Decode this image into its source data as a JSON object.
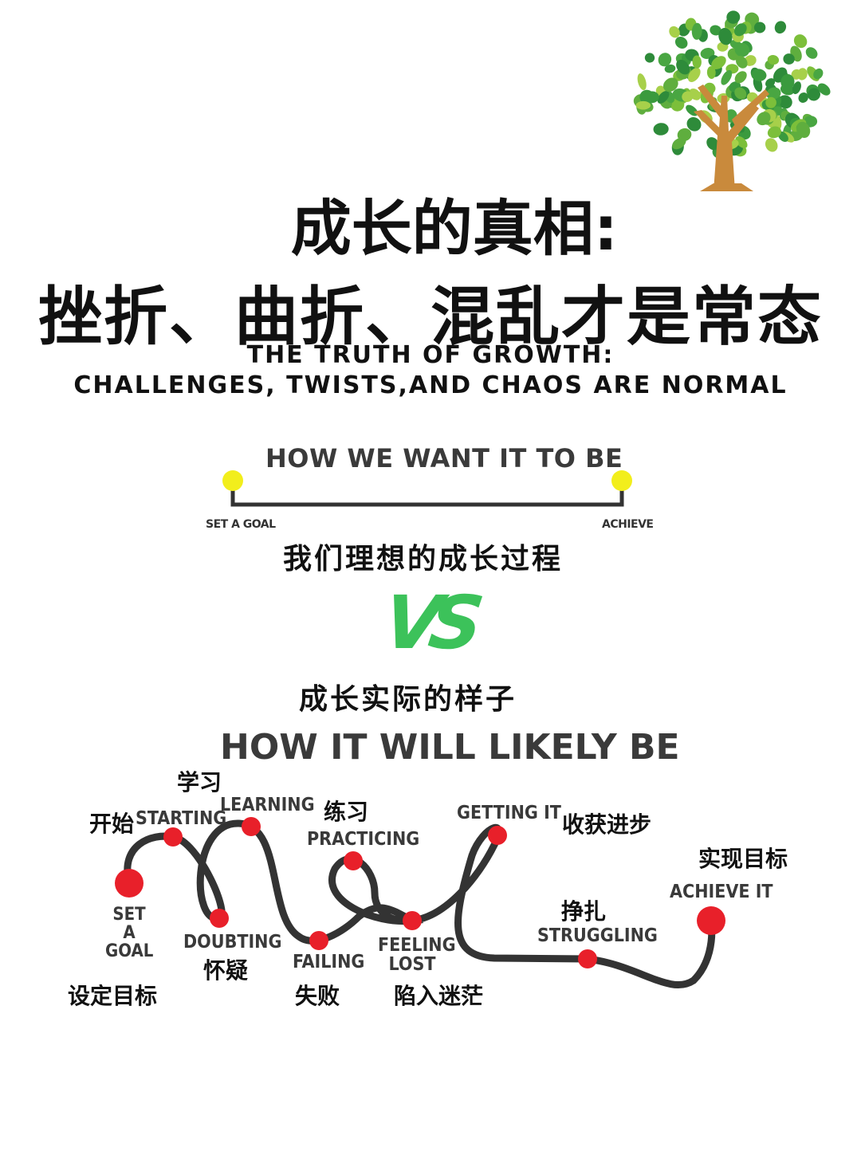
{
  "title": {
    "cn_line1": "成长的真相:",
    "cn_line2": "挫折、曲折、混乱才是常态",
    "en_line1": "THE TRUTH OF GROWTH:",
    "en_line2": "CHALLENGES, TWISTS,AND CHAOS ARE NORMAL"
  },
  "ideal": {
    "heading": "HOW WE WANT IT TO BE",
    "start_label": "SET A GOAL",
    "end_label": "ACHIEVE",
    "caption_cn": "我们理想的成长过程"
  },
  "vs": "VS",
  "actual": {
    "caption_cn": "成长实际的样子",
    "heading": "HOW IT WILL LIKELY BE",
    "stages": [
      {
        "en": "SET\nA\nGOAL",
        "cn": "设定目标"
      },
      {
        "en": "STARTING",
        "cn": "开始"
      },
      {
        "en": "DOUBTING",
        "cn": "怀疑"
      },
      {
        "en": "LEARNING",
        "cn": "学习"
      },
      {
        "en": "FAILING",
        "cn": "失败"
      },
      {
        "en": "PRACTICING",
        "cn": "练习"
      },
      {
        "en": "FEELING\nLOST",
        "cn": "陷入迷茫"
      },
      {
        "en": "GETTING IT",
        "cn": "收获进步"
      },
      {
        "en": "STRUGGLING",
        "cn": "挣扎"
      },
      {
        "en": "ACHIEVE IT",
        "cn": "实现目标"
      }
    ]
  },
  "colors": {
    "dot_yellow": "#f2ee1c",
    "dot_red": "#e8202a",
    "vs_green": "#3cc25a",
    "line": "#333333",
    "trunk": "#c98a3c"
  },
  "icons": {
    "tree": "tree-icon"
  }
}
